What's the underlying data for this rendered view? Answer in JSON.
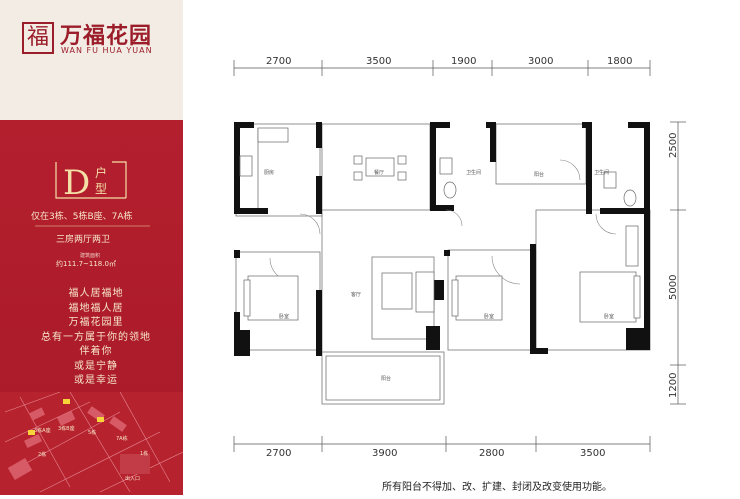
{
  "brand": {
    "name_cn": "万福花园",
    "name_en": "WAN FU HUA YUAN",
    "logo_char": "福"
  },
  "unit": {
    "letter": "D",
    "word": "户型",
    "buildings": "仅在3栋、5栋B座、7A栋",
    "rooms": "三房两厅两卫",
    "area_label": "建筑面积",
    "area_value": "约111.7~118.0㎡"
  },
  "poem": [
    "福人居福地",
    "福地福人居",
    "万福花园里",
    "总有一方属于你的领地",
    "伴着你",
    "或是宁静",
    "或是幸运"
  ],
  "dimensions": {
    "top": [
      "2700",
      "3500",
      "1900",
      "3000",
      "1800"
    ],
    "bottom": [
      "2700",
      "3900",
      "2800",
      "3500"
    ],
    "right": [
      "2500",
      "5000",
      "1200"
    ]
  },
  "rooms": {
    "kitchen": "厨房",
    "dining": "餐厅",
    "bath1": "卫生间",
    "bath2": "卫生间",
    "balcony_top": "阳台",
    "living": "客厅",
    "bed1": "卧室",
    "bed2": "卧室",
    "bed3": "卧室",
    "balcony_bottom": "阳台"
  },
  "sitemap": {
    "labels": [
      "3栋A座",
      "3栋B座",
      "5栋",
      "7A栋",
      "2栋",
      "1栋",
      "出入口"
    ]
  },
  "footer": "所有阳台不得加、改、扩建、封闭及改变使用功能。",
  "colors": {
    "brand_red": "#b41f2e",
    "gold": "#f4dfa7",
    "cream": "#f2ece4"
  }
}
